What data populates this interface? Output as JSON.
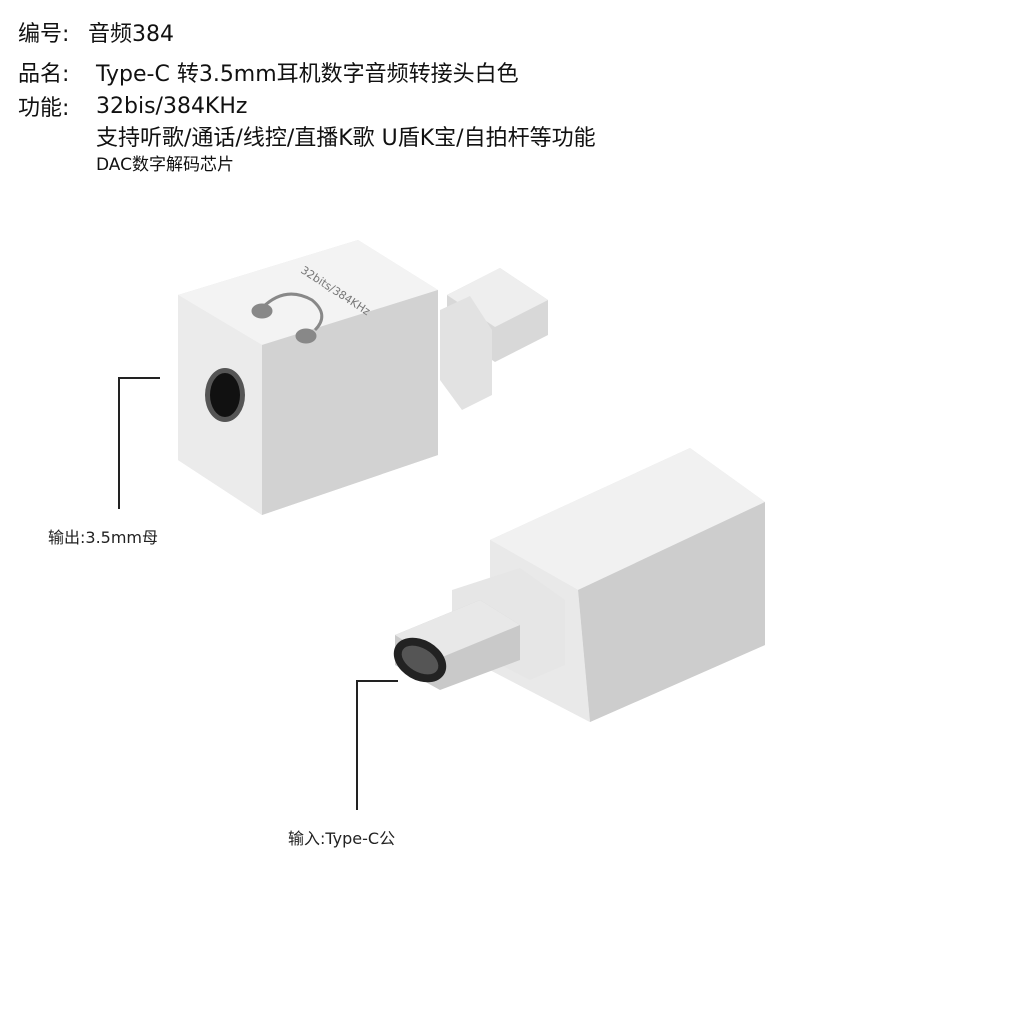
{
  "specs": {
    "code": {
      "label": "编号:",
      "value": "音频384"
    },
    "name": {
      "label": "品名:",
      "value": "Type-C 转3.5mm耳机数字音频转接头白色"
    },
    "function": {
      "label": "功能:",
      "lines": [
        "32bis/384KHz",
        "支持听歌/通话/线控/直播K歌 U盾K宝/自拍杆等功能",
        "DAC数字解码芯片"
      ]
    }
  },
  "product": {
    "engraving": "32bits/384KHz",
    "icon": "headphones-icon",
    "color": "white"
  },
  "callouts": {
    "output": "输出:3.5mm母",
    "input": "输入:Type-C公"
  },
  "colors": {
    "body_top": "#f2f2f2",
    "body_front": "#e6e6e6",
    "body_side": "#cfcfcf",
    "metal": "#c8c8c8",
    "jack": "#111111"
  }
}
